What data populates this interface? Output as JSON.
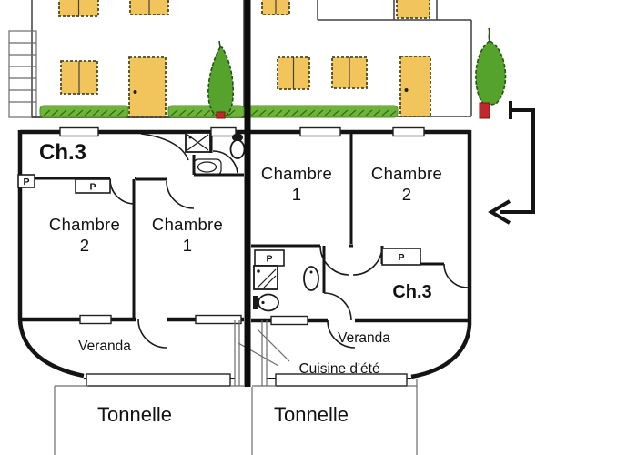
{
  "diagram": {
    "type": "duplex-house-floor-plan",
    "units": {
      "left": {
        "room_ch3": "Ch.3",
        "room_chambre2": {
          "name": "Chambre",
          "number": "2"
        },
        "room_chambre1": {
          "name": "Chambre",
          "number": "1"
        },
        "closet_a": "P",
        "closet_b": "P",
        "veranda": "Veranda",
        "tonnelle": "Tonnelle"
      },
      "right": {
        "room_chambre1": {
          "name": "Chambre",
          "number": "1"
        },
        "room_chambre2": {
          "name": "Chambre",
          "number": "2"
        },
        "room_ch3": "Ch.3",
        "closet_a": "P",
        "closet_b": "P",
        "veranda": "Veranda",
        "cuisine": "Cuisine d'été",
        "tonnelle": "Tonnelle"
      }
    },
    "icons": [
      "ladder-icon",
      "cypress-tree-icon",
      "shrub-tree-icon",
      "window-icon",
      "door-icon",
      "toilet-icon",
      "shower-icon",
      "sink-icon",
      "closet-p-box",
      "entry-route-arrow-icon",
      "grass-strip"
    ],
    "colors": {
      "wall": "#141414",
      "joinery_yellow": "#F2C45C",
      "tree_green": "#55A22C",
      "grass_green": "#6FB43A",
      "grass_dark": "#2F6E14",
      "trunk_red": "#C1272D"
    }
  }
}
